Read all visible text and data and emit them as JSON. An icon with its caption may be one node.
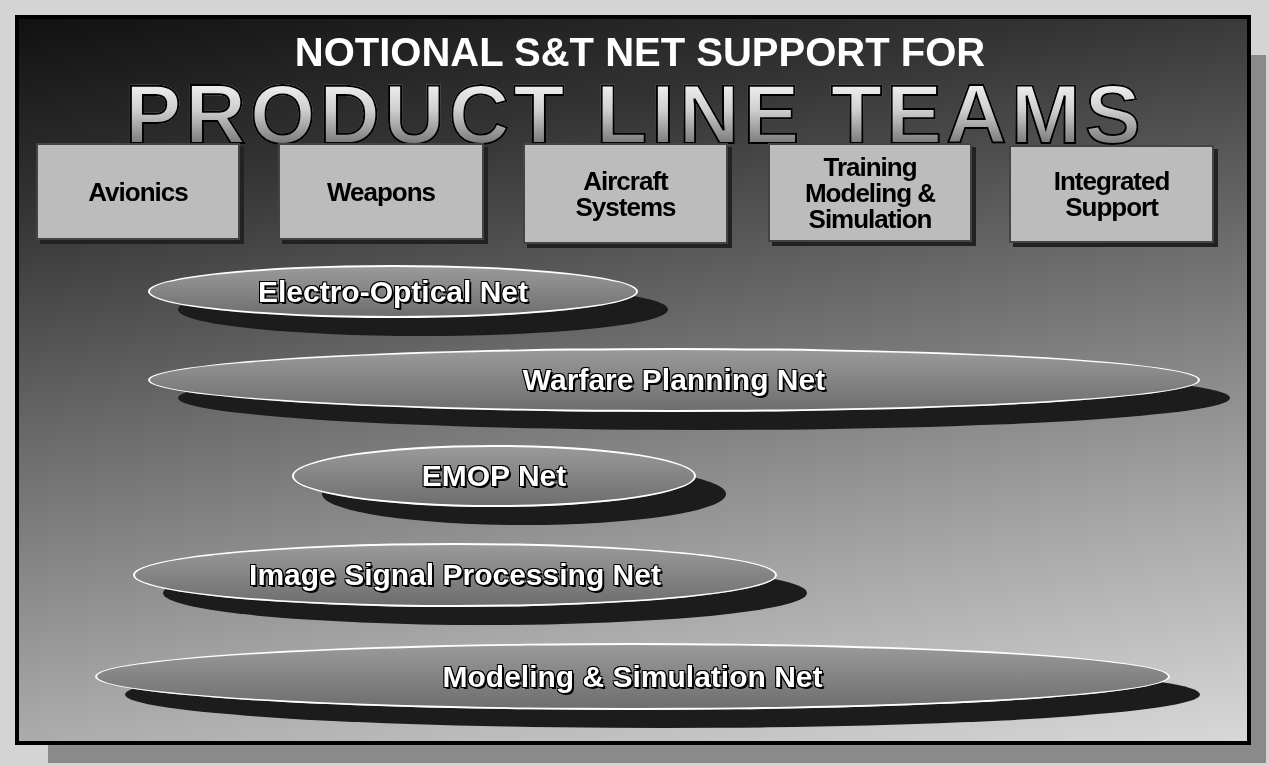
{
  "diagram": {
    "title": "NOTIONAL S&T NET SUPPORT FOR",
    "nodes": [
      {
        "text": [
          "Avionics"
        ]
      },
      {
        "text": [
          "Weapons"
        ]
      },
      {
        "text": [
          "Aircraft Systems"
        ]
      },
      {
        "text": [
          "Training Modeling & Simulation"
        ]
      },
      {
        "text": [
          "Integrated Support"
        ]
      },
      {
        "text": [
          "Electro-Optical Net"
        ]
      },
      {
        "text": [
          "Warfare Planning Net"
        ]
      },
      {
        "text": [
          "EMOP Net"
        ]
      },
      {
        "text": [
          "Image Signal Processing Net"
        ]
      },
      {
        "text": [
          "Modeling & Simulation Net"
        ]
      }
    ],
    "labels": [
      "PRODUCT LINE TEAMS"
    ]
  }
}
